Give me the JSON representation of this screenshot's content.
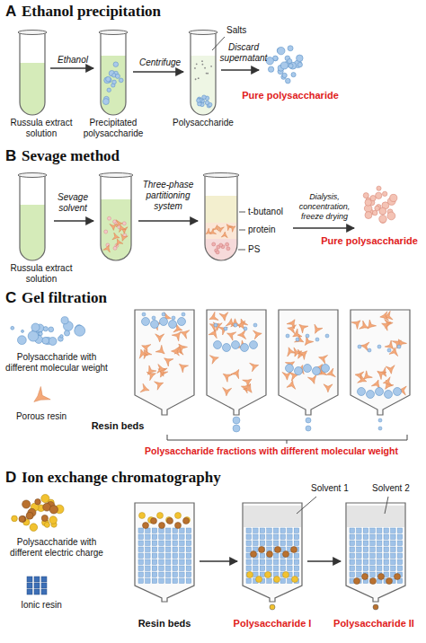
{
  "diagram": {
    "labels": [
      "A",
      "Ethanol precipitation",
      "Salts",
      "Ethanol",
      "Centrifuge",
      "Discard supernatant",
      "Pure polysaccharide",
      "Russula extract solution",
      "Precipitated polysaccharide",
      "Polysaccharide",
      "B",
      "Sevage method",
      "Sevage solvent",
      "Three-phase partitioning system",
      "t-butanol",
      "protein",
      "PS",
      "Dialysis, concentration, freeze drying",
      "Pure polysaccharide",
      "Russula extract solution",
      "C",
      "Gel filtration",
      "Polysaccharide with different molecular weight",
      "Porous resin",
      "Resin beds",
      "Polysaccharide fractions with different molecular weight",
      "D",
      "Ion exchange chromatography",
      "Polysaccharide with different electric charge",
      "Ionic resin",
      "Solvent 1",
      "Solvent 2",
      "Resin beds",
      "Polysaccharide I",
      "Polysaccharide II"
    ]
  }
}
